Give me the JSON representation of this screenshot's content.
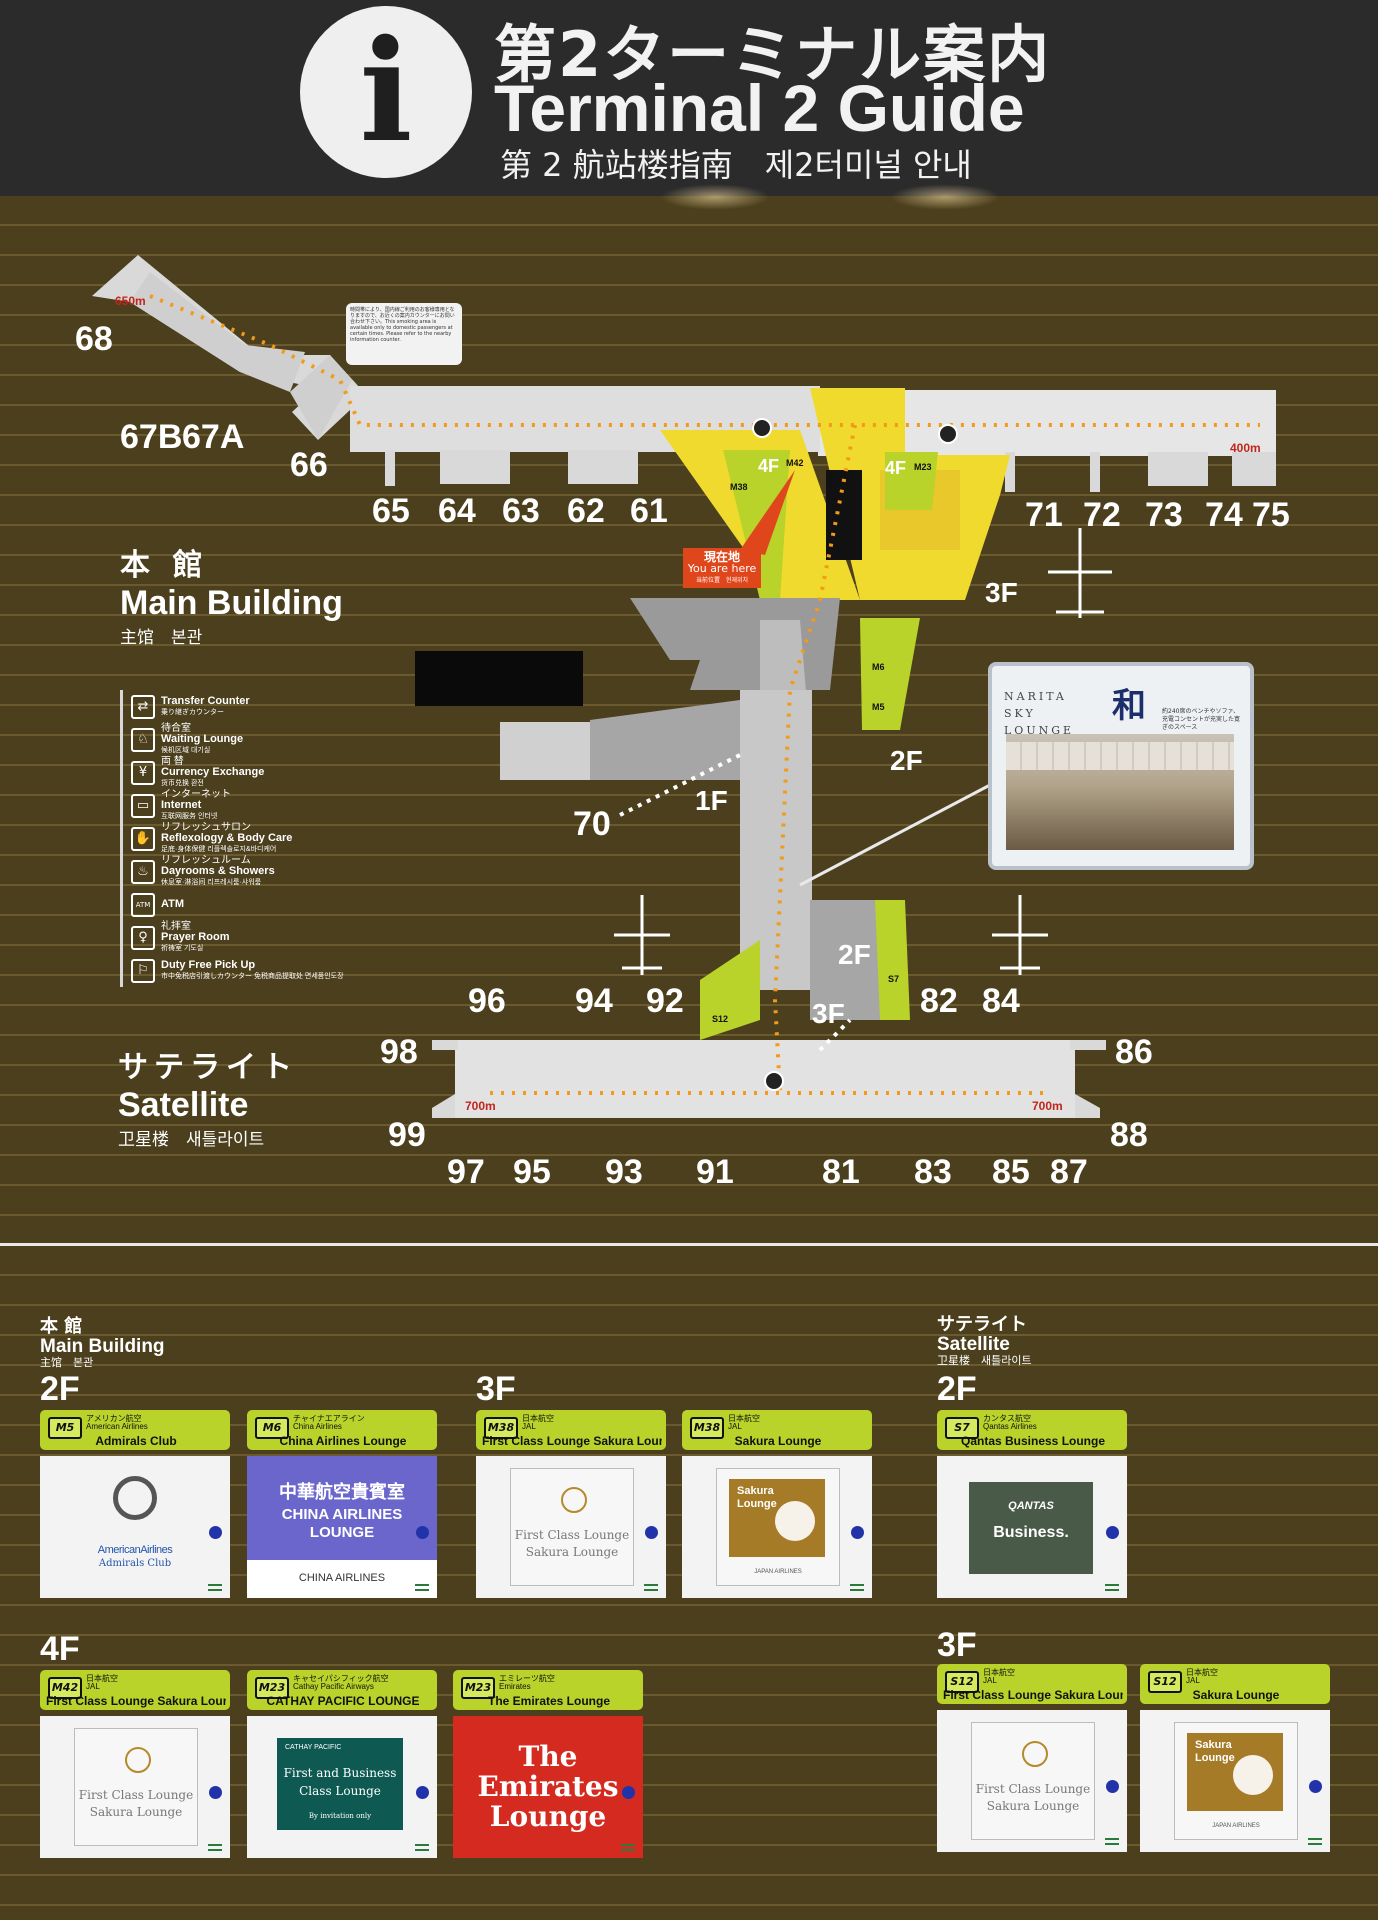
{
  "header": {
    "title_ja": "第2ターミナル案内",
    "title_en": "Terminal 2 Guide",
    "title_cn_ko": "第 2 航站楼指南　제2터미널 안내",
    "info_symbol": "i"
  },
  "colors": {
    "board": "#4b3f1d",
    "lounge_tag": "#b9d32a",
    "concourse": "#d6d6d6",
    "shops": "#f0da2e",
    "route_dots": "#f29a1a",
    "you_are_here": "#e0461b"
  },
  "map": {
    "main_building": {
      "ja": "本 館",
      "en": "Main Building",
      "cn_ko": "主馆　본관"
    },
    "satellite": {
      "ja": "サテライト",
      "en": "Satellite",
      "cn_ko": "卫星楼　새틀라이트"
    },
    "gates": [
      "68",
      "67B",
      "67A",
      "66",
      "65",
      "64",
      "63",
      "62",
      "61",
      "71",
      "72",
      "73",
      "74",
      "75",
      "70",
      "96",
      "94",
      "92",
      "98",
      "99",
      "97",
      "95",
      "93",
      "91",
      "81",
      "83",
      "85",
      "87",
      "82",
      "84",
      "86",
      "88"
    ],
    "floors": [
      "4F",
      "4F",
      "3F",
      "2F",
      "1F",
      "2F",
      "3F"
    ],
    "distances": [
      "650m",
      "400m",
      "700m",
      "700m"
    ],
    "lounge_codes": [
      "M42",
      "M23",
      "M38",
      "M6",
      "M5",
      "S12",
      "S7"
    ],
    "you_are_here": {
      "ja": "現在地",
      "en": "You are here",
      "sub": "当前位置　현재위치"
    },
    "map_note": "時間帯により、国内線ご利用のお客様専用となりますので、お近くの案内カウンターにお問い合わせ下さい。This smoking area is available only to domestic passengers at certain times. Please refer to the nearby information counter.",
    "sky_lounge": {
      "name": "NARITA SKY LOUNGE",
      "kanji": "和",
      "desc": "約240席のベンチやソファ、充電コンセントが充実した寛ぎのスペース"
    }
  },
  "legend": [
    {
      "icon": "transfer-icon",
      "glyph": "⇄",
      "en": "Transfer Counter",
      "sub": "乗り継ぎカウンター"
    },
    {
      "icon": "waiting-lounge-icon",
      "glyph": "♘",
      "ja": "待合室",
      "en": "Waiting Lounge",
      "sub": "候机区域 대기실"
    },
    {
      "icon": "currency-exchange-icon",
      "glyph": "¥",
      "ja": "両 替",
      "en": "Currency Exchange",
      "sub": "货币兑换 환전"
    },
    {
      "icon": "internet-icon",
      "glyph": "▭",
      "ja": "インターネット",
      "en": "Internet",
      "sub": "互联网服务 인터넷"
    },
    {
      "icon": "reflexology-icon",
      "glyph": "✋",
      "ja": "リフレッシュサロン",
      "en": "Reflexology & Body Care",
      "sub": "足底·身体保健 리플렉솔로지&바디케어"
    },
    {
      "icon": "dayroom-icon",
      "glyph": "♨",
      "ja": "リフレッシュルーム",
      "en": "Dayrooms & Showers",
      "sub": "休息室·淋浴间 리프레시룸·샤워룸"
    },
    {
      "icon": "atm-icon",
      "glyph": "ATM",
      "en": "ATM",
      "sub": ""
    },
    {
      "icon": "prayer-room-icon",
      "glyph": "♀",
      "ja": "礼拝室",
      "en": "Prayer Room",
      "sub": "祈祷室 기도실"
    },
    {
      "icon": "duty-free-icon",
      "glyph": "⚐",
      "en": "Duty Free Pick Up",
      "sub": "市中免税店引渡しカウンター 免税商品提取处 면세품인도장"
    }
  ],
  "lounges": {
    "main": {
      "ja": "本 館",
      "en": "Main Building",
      "cn_ko": "主馆　본관"
    },
    "satellite": {
      "ja": "サテライト",
      "en": "Satellite",
      "cn_ko": "卫星楼　새틀라이트"
    },
    "main_2f": {
      "floor": "2F",
      "items": [
        {
          "code": "M5",
          "airline_ja": "アメリカン航空",
          "airline_en": "American Airlines",
          "name": "Admirals Club",
          "panel_a": "AmericanAirlines",
          "panel_b": "Admirals Club"
        },
        {
          "code": "M6",
          "airline_ja": "チャイナエアライン",
          "airline_en": "China Airlines",
          "name": "China Airlines Lounge",
          "panel_a": "中華航空貴賓室",
          "panel_b": "CHINA AIRLINES",
          "panel_c": "LOUNGE",
          "panel_d": "CHINA AIRLINES"
        }
      ]
    },
    "main_3f": {
      "floor": "3F",
      "items": [
        {
          "code": "M38",
          "airline_ja": "日本航空",
          "airline_en": "JAL",
          "name": "First Class Lounge  Sakura Lounge",
          "panel_a": "First Class Lounge",
          "panel_b": "Sakura Lounge"
        },
        {
          "code": "M38",
          "airline_ja": "日本航空",
          "airline_en": "JAL",
          "name": "Sakura  Lounge",
          "panel_a": "Sakura",
          "panel_b": "Lounge",
          "panel_c": "JAPAN AIRLINES"
        }
      ]
    },
    "sat_2f": {
      "floor": "2F",
      "items": [
        {
          "code": "S7",
          "airline_ja": "カンタス航空",
          "airline_en": "Qantas Airlines",
          "name": "Qantas Business Lounge",
          "panel_a": "QANTAS",
          "panel_b": "Business."
        }
      ]
    },
    "main_4f": {
      "floor": "4F",
      "items": [
        {
          "code": "M42",
          "airline_ja": "日本航空",
          "airline_en": "JAL",
          "name": "First Class Lounge  Sakura Lounge",
          "panel_a": "First Class Lounge",
          "panel_b": "Sakura Lounge"
        },
        {
          "code": "M23",
          "airline_ja": "キャセイパシフィック航空",
          "airline_en": "Cathay Pacific Airways",
          "name": "CATHAY PACIFIC LOUNGE",
          "panel_a": "CATHAY PACIFIC",
          "panel_b": "First and Business",
          "panel_c": "Class Lounge",
          "panel_d": "By invitation only"
        },
        {
          "code": "M23",
          "airline_ja": "エミレーツ航空",
          "airline_en": "Emirates",
          "name": "The Emirates Lounge",
          "panel_a": "The",
          "panel_b": "Emirates",
          "panel_c": "Lounge"
        }
      ]
    },
    "sat_3f": {
      "floor": "3F",
      "items": [
        {
          "code": "S12",
          "airline_ja": "日本航空",
          "airline_en": "JAL",
          "name": "First Class Lounge  Sakura Lounge",
          "panel_a": "First Class Lounge",
          "panel_b": "Sakura Lounge"
        },
        {
          "code": "S12",
          "airline_ja": "日本航空",
          "airline_en": "JAL",
          "name": "Sakura  Lounge",
          "panel_a": "Sakura",
          "panel_b": "Lounge",
          "panel_c": "JAPAN AIRLINES"
        }
      ]
    }
  }
}
